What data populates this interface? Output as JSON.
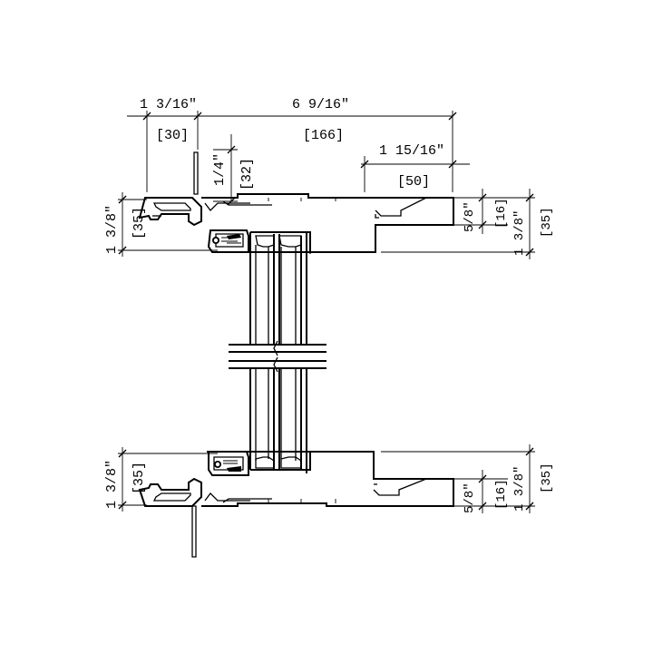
{
  "dimensions": {
    "frame_depth_in": "1 3/16\"",
    "frame_depth_mm": "[30]",
    "overall_width_in": "6 9/16\"",
    "overall_width_mm": "[166]",
    "lip_in": "1/4\"",
    "lip_mm": "[32]",
    "sill_width_in": "1 15/16\"",
    "sill_width_mm": "[50]",
    "left_height_in": "1 3/8\"",
    "left_height_mm": "[35]",
    "step_in": "5/8\"",
    "step_mm": "[16]",
    "right_height_in": "1 3/8\"",
    "right_height_mm": "[35]"
  }
}
